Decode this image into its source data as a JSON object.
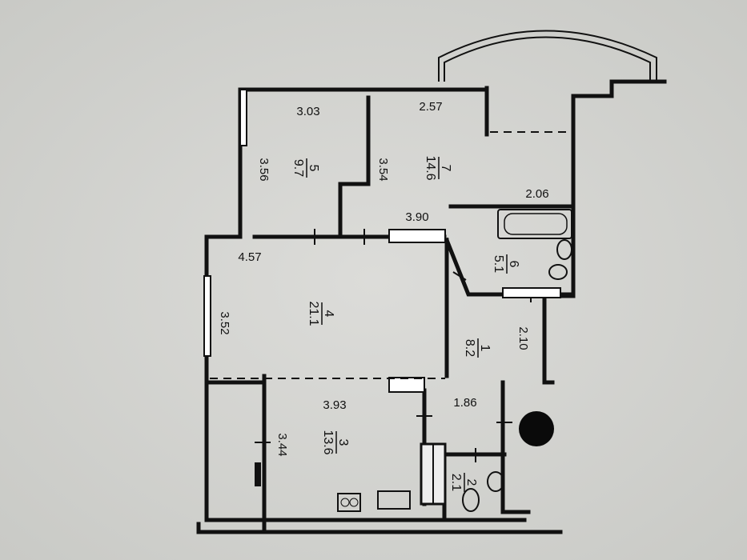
{
  "rooms": [
    {
      "number": "5",
      "area": "9.7"
    },
    {
      "number": "7",
      "area": "14.6"
    },
    {
      "number": "6",
      "area": "5.1"
    },
    {
      "number": "4",
      "area": "21.1"
    },
    {
      "number": "1",
      "area": "8.2"
    },
    {
      "number": "3",
      "area": "13.6"
    },
    {
      "number": "2",
      "area": "2.1"
    }
  ],
  "dimensions": [
    "3.03",
    "2.57",
    "3.56",
    "3.54",
    "2.06",
    "3.90",
    "4.57",
    "3.52",
    "2.10",
    "3.93",
    "1.86",
    "3.44"
  ]
}
